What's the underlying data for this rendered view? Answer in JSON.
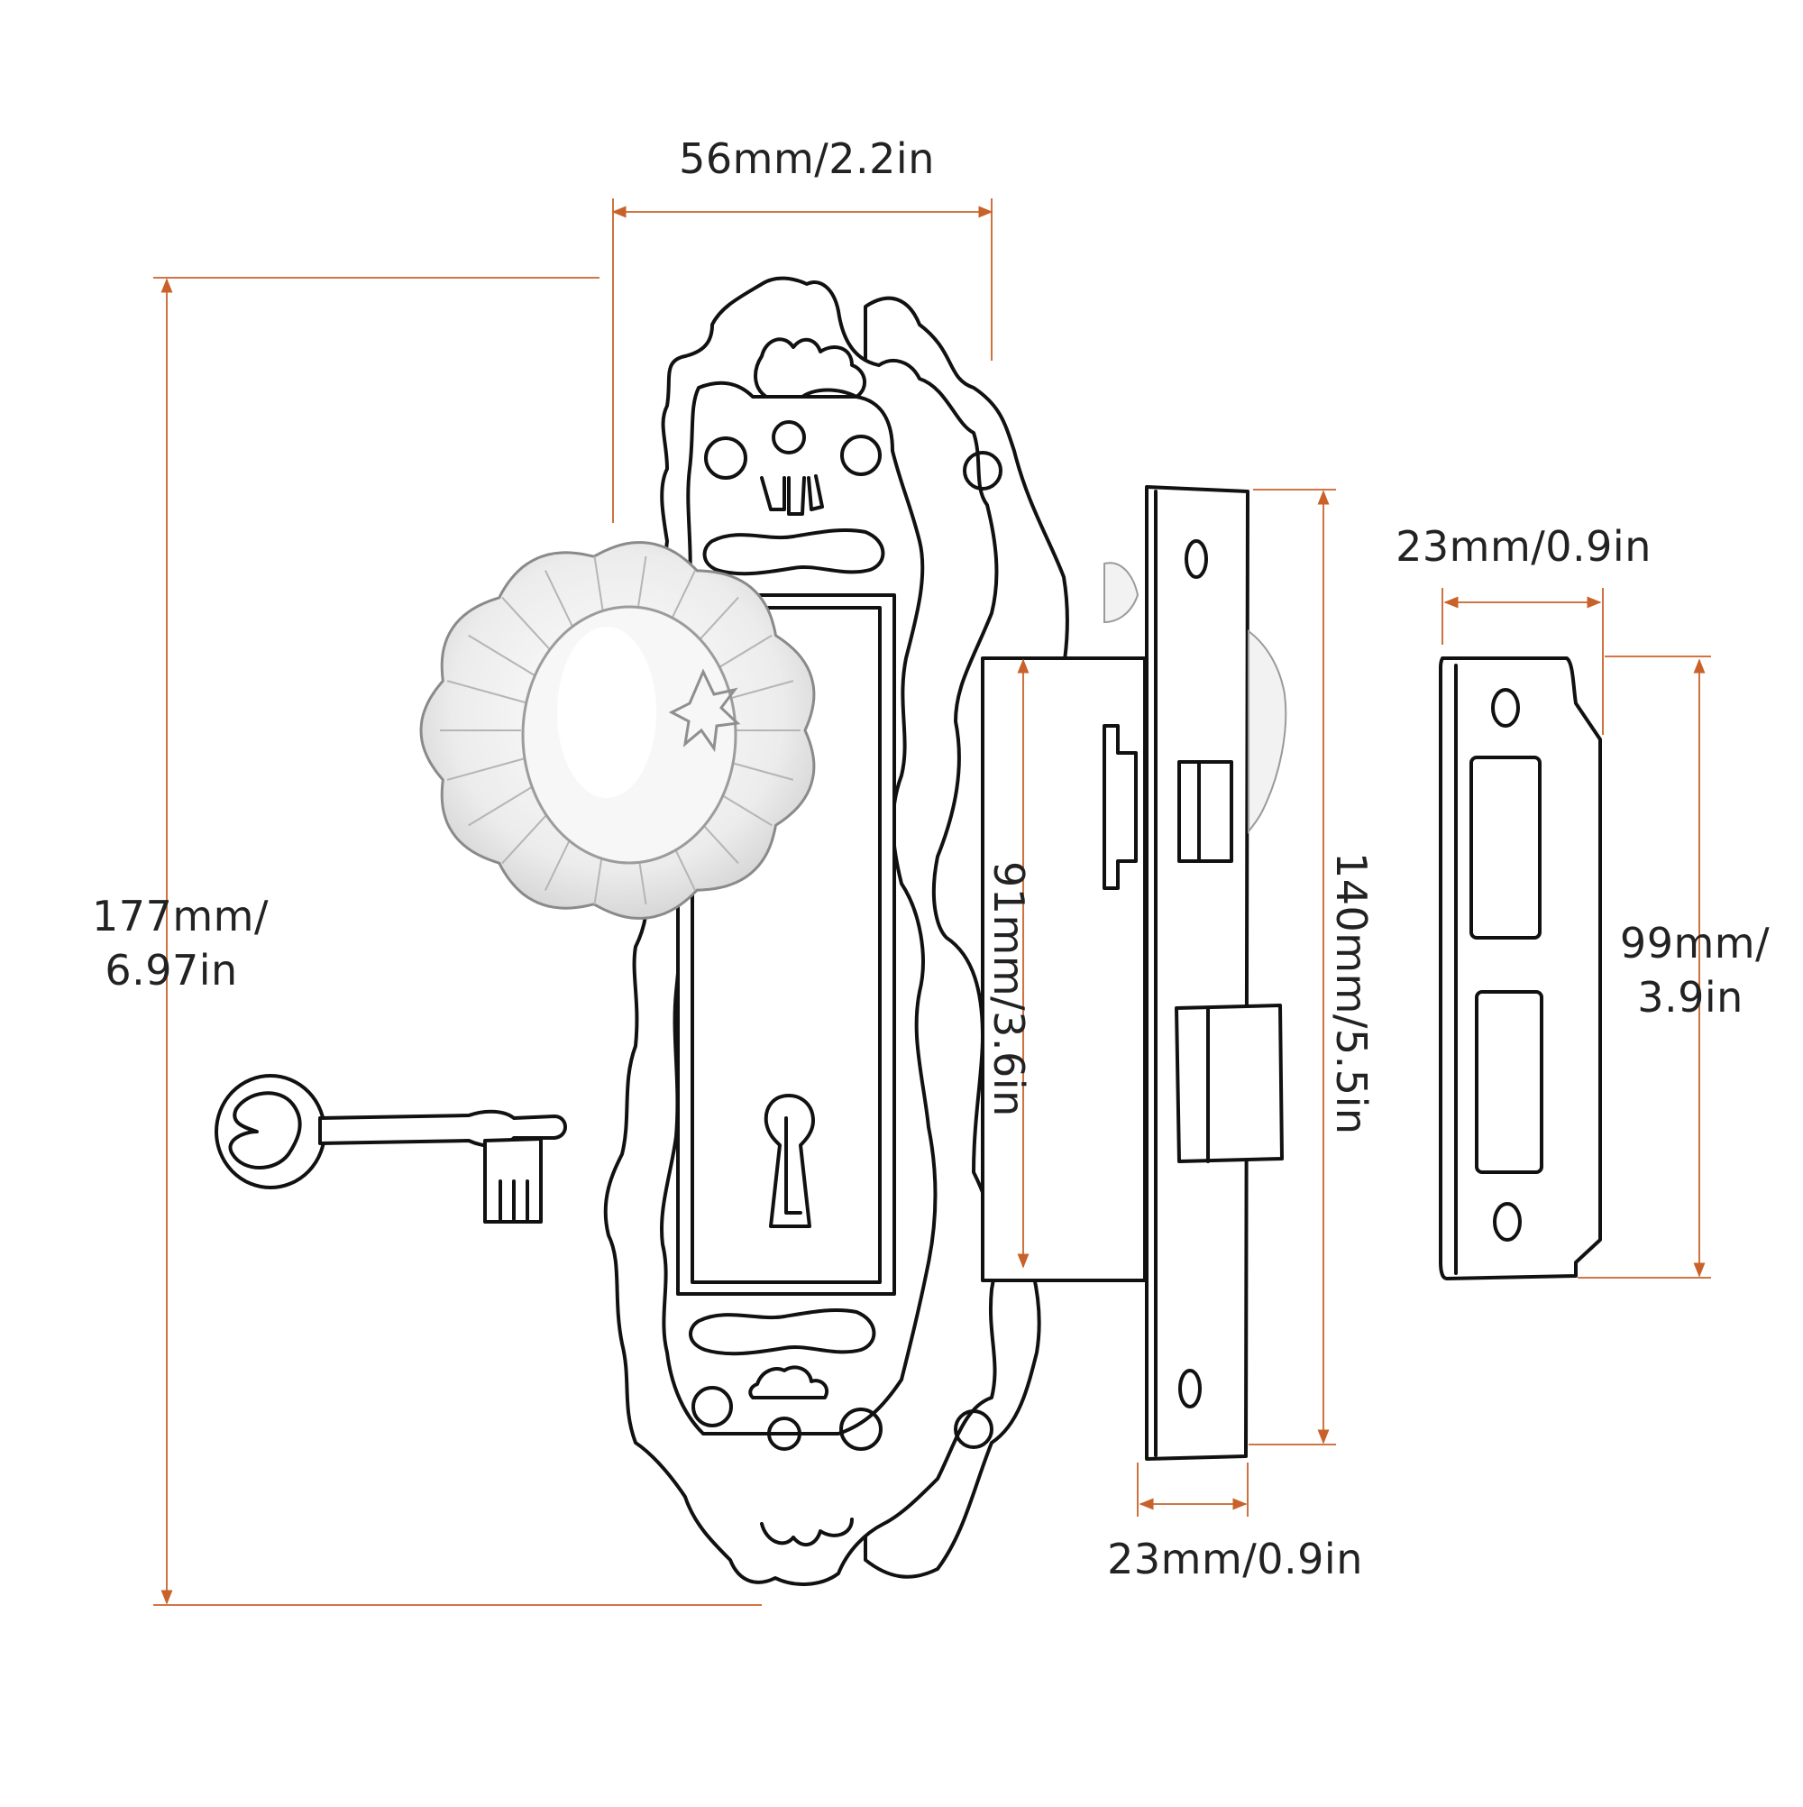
{
  "colors": {
    "dimension_line": "#c8622a",
    "ink": "#111111",
    "text": "#222222",
    "background": "#ffffff"
  },
  "dimensions": {
    "backplate_width": "56mm/2.2in",
    "backplate_height_mm": "177mm/",
    "backplate_height_in": "6.97in",
    "lock_body_height": "91mm/3.6in",
    "faceplate_height": "140mm/5.5in",
    "faceplate_width": "23mm/0.9in",
    "strike_width": "23mm/0.9in",
    "strike_height_mm": "99mm/",
    "strike_height_in": "3.9in"
  },
  "parts": {
    "backplate": "ornate-backplate",
    "knob": "crystal-glass-knob",
    "key": "skeleton-key",
    "lock_body": "mortise-lock-body",
    "strike": "strike-plate"
  }
}
